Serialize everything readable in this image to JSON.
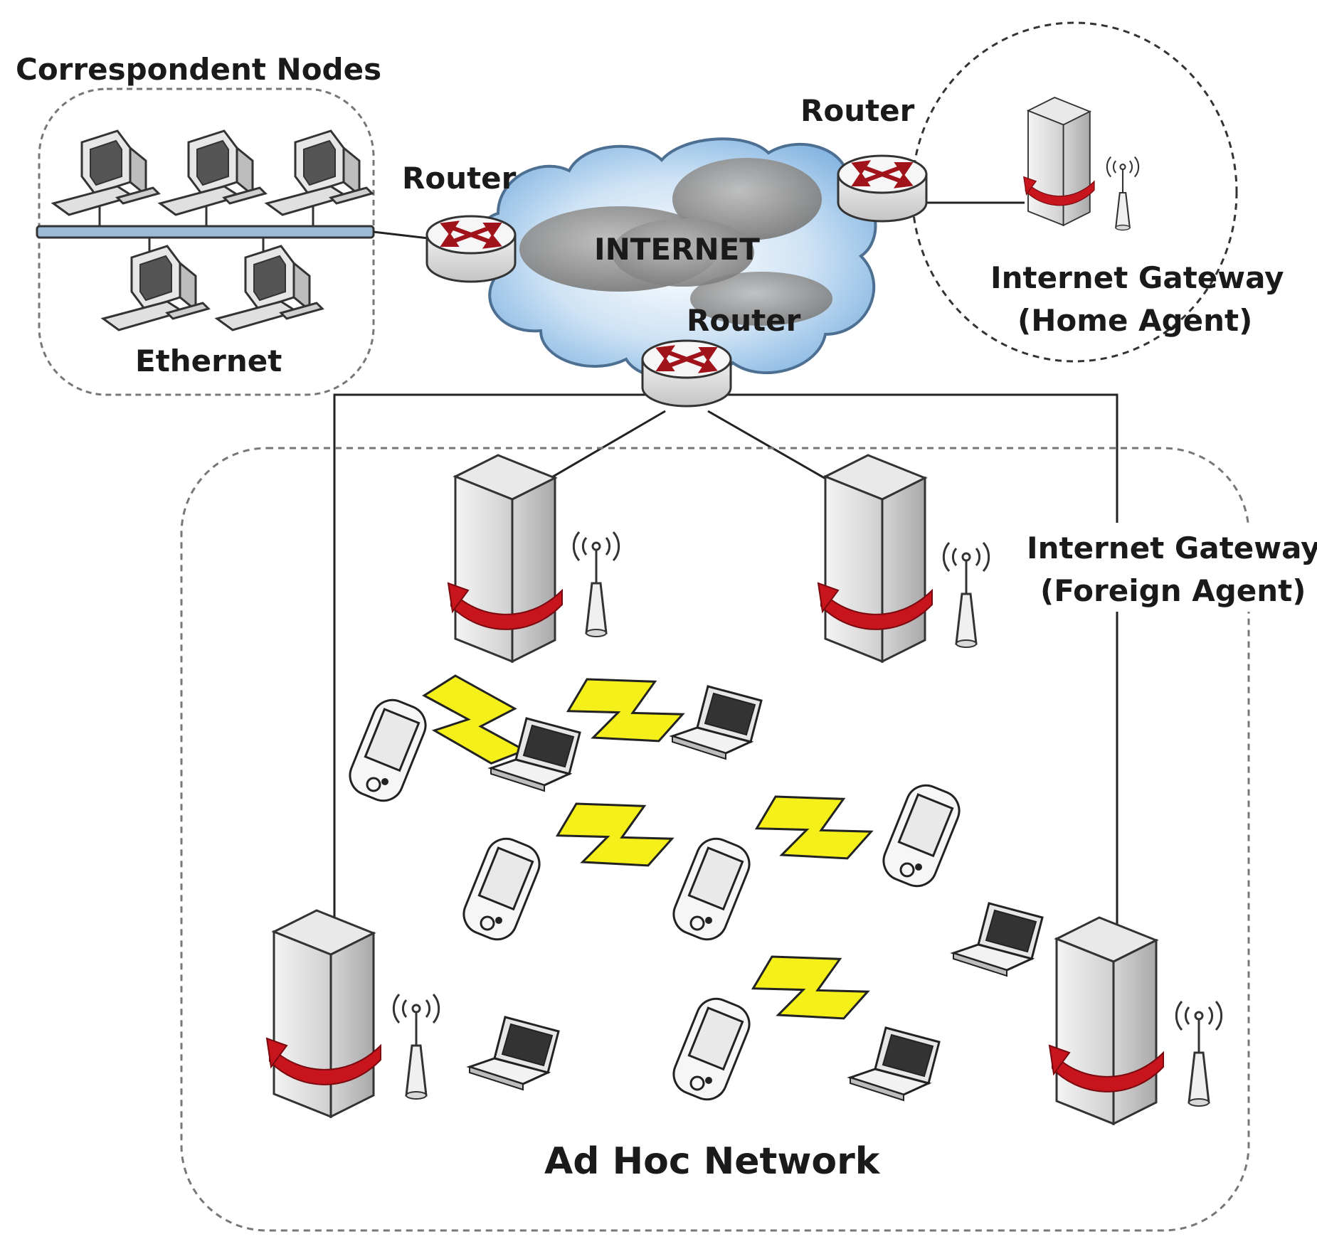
{
  "labels": {
    "correspondent_nodes": "Correspondent Nodes",
    "ethernet": "Ethernet",
    "internet": "INTERNET",
    "router_left": "Router",
    "router_top": "Router",
    "router_bottom": "Router",
    "home_gateway_line1": "Internet Gateway",
    "home_gateway_line2": "(Home Agent)",
    "foreign_gateway_line1": "Internet Gateway",
    "foreign_gateway_line2": "(Foreign Agent)",
    "adhoc_network": "Ad Hoc Network"
  },
  "icons": {
    "workstation": "workstation-icon",
    "router": "router-icon",
    "gateway_server": "gateway-server-icon",
    "antenna": "antenna-icon",
    "laptop": "laptop-icon",
    "pda": "pda-icon",
    "wireless_link": "lightning-link-icon",
    "cloud": "cloud-icon"
  },
  "colors": {
    "wireless_link": "#f5ef1a",
    "gateway_arrow": "#c8141c",
    "cloud_sky": "#9cc6ea",
    "cloud_gray": "#8c8c8c",
    "ethernet_bus": "#9db9d6",
    "router_arrow": "#a0131b"
  }
}
